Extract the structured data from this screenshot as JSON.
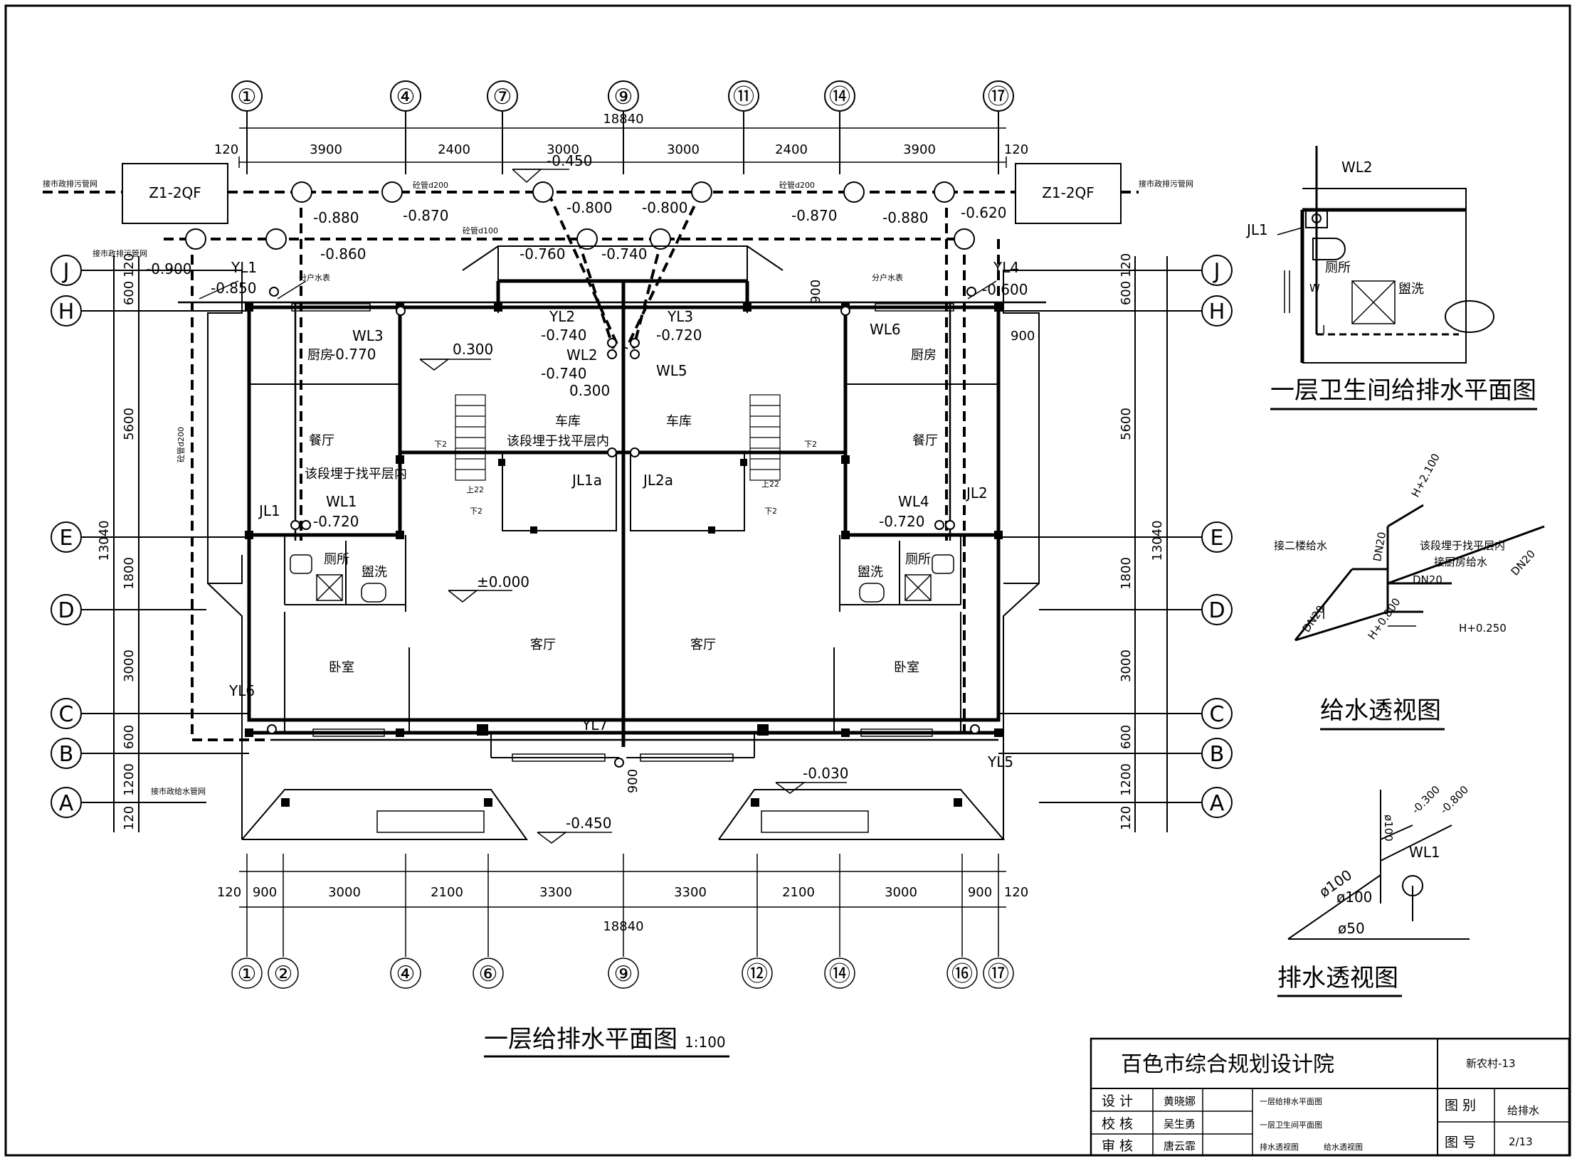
{
  "plan": {
    "title": "一层给排水平面图",
    "scale": "1:100",
    "axes_top": [
      "①",
      "④",
      "⑦",
      "⑨",
      "⑪",
      "⑭",
      "⑰"
    ],
    "axes_bottom": [
      "①",
      "②",
      "④",
      "⑥",
      "⑨",
      "⑫",
      "⑭",
      "⑯",
      "⑰"
    ],
    "axes_left": [
      "J",
      "H",
      "E",
      "D",
      "C",
      "B",
      "A"
    ],
    "axes_right": [
      "J",
      "H",
      "E",
      "D",
      "C",
      "B",
      "A"
    ],
    "dims_top_total": "18840",
    "dims_top": [
      "120",
      "3900",
      "2400",
      "3000",
      "3000",
      "2400",
      "3900",
      "120"
    ],
    "dims_bottom_total": "18840",
    "dims_bottom": [
      "120",
      "900",
      "3000",
      "2100",
      "3300",
      "3300",
      "2100",
      "3000",
      "900",
      "120"
    ],
    "dims_left": [
      "120",
      "600",
      "5600",
      "1800",
      "3000",
      "600",
      "1200",
      "120"
    ],
    "dims_left_total": "13040",
    "dims_right": [
      "120",
      "600",
      "5600",
      "1800",
      "3000",
      "600",
      "1200",
      "120"
    ],
    "dims_right_total": "13040",
    "septic_left": "Z1-2QF",
    "septic_right": "Z1-2QF",
    "sewer_note": "接市政排污管网",
    "water_note": "接市政给水管网",
    "meter_note": "分户水表",
    "pipe_d200": "砼管d200",
    "pipe_d100": "砼管d100",
    "elevations": [
      "-0.450",
      "-0.880",
      "-0.870",
      "-0.800",
      "-0.800",
      "-0.870",
      "-0.880",
      "-0.620",
      "-0.860",
      "-0.760",
      "-0.740",
      "-0.900",
      "-0.850",
      "-0.600",
      "-0.770",
      "0.300",
      "0.300",
      "-0.720",
      "-0.720",
      "±0.000",
      "-0.030",
      "-0.450",
      "-0.740",
      "-0.740",
      "-0.720"
    ],
    "pipe_tags": [
      "YL1",
      "YL2",
      "YL3",
      "YL4",
      "YL5",
      "YL6",
      "YL7",
      "WL1",
      "WL2",
      "WL3",
      "WL4",
      "WL5",
      "WL6",
      "JL1",
      "JL2",
      "JL1a",
      "JL2a"
    ],
    "rooms": [
      "厨房",
      "餐厅",
      "车库",
      "车库",
      "厨房",
      "餐厅",
      "厕所",
      "盥洗",
      "厕所",
      "盥洗",
      "客厅",
      "客厅",
      "卧室",
      "卧室"
    ],
    "notes": [
      "该段埋于找平层内",
      "该段埋于找平层内"
    ],
    "stair_marks": [
      "下2",
      "上22",
      "下2",
      "下2",
      "上22",
      "下2"
    ],
    "dim_900": "900"
  },
  "bath_plan": {
    "title": "一层卫生间给排水平面图",
    "tags": [
      "WL2",
      "JL1"
    ],
    "rooms": [
      "厕所",
      "盥洗"
    ],
    "w": "W",
    "j": "J"
  },
  "water_iso": {
    "title": "给水透视图",
    "labels": [
      "H+2.100",
      "接二楼给水",
      "该段埋于找平层内",
      "接厨房给水",
      "DN20",
      "DN20",
      "DN20",
      "DN20",
      "H+0.800",
      "H+0.250"
    ]
  },
  "drain_iso": {
    "title": "排水透视图",
    "labels": [
      "ø100",
      "-0.300",
      "-0.800",
      "WL1",
      "ø100",
      "ø100",
      "ø50"
    ]
  },
  "title_block": {
    "institute": "百色市综合规划设计院",
    "project": "新农村-13",
    "rows": [
      {
        "role": "设  计",
        "name": "黄晓娜"
      },
      {
        "role": "校  核",
        "name": "吴生勇"
      },
      {
        "role": "审  核",
        "name": "唐云霏"
      }
    ],
    "drawings": [
      "一层给排水平面图",
      "一层卫生间平面图",
      "排水透视图",
      "给水透视图"
    ],
    "category_label": "图  别",
    "category": "给排水",
    "number_label": "图  号",
    "number": "2/13"
  }
}
